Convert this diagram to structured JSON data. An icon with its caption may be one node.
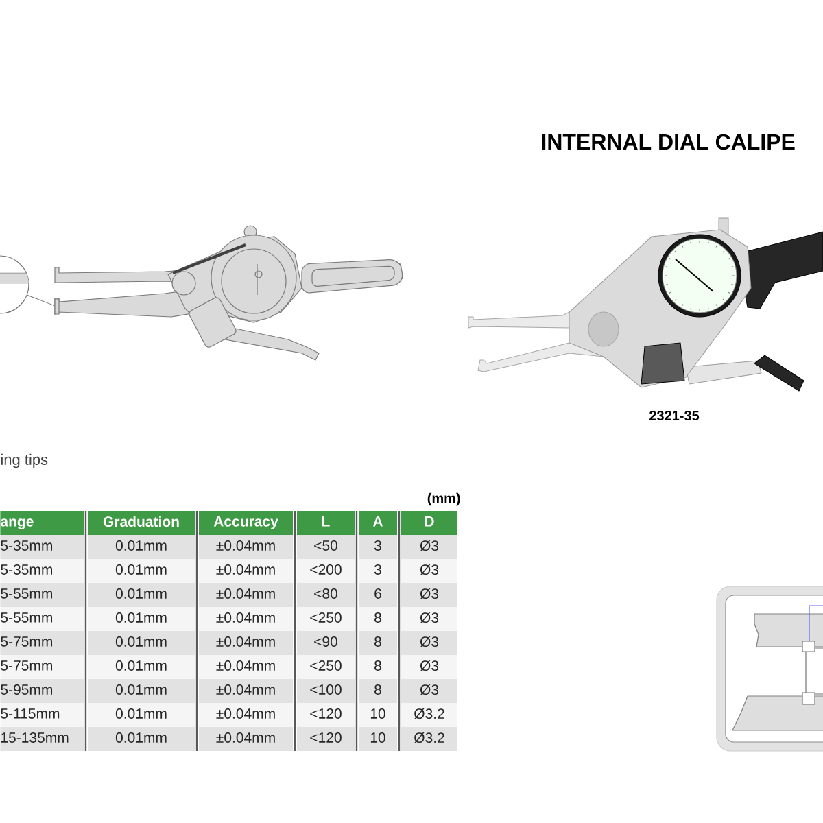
{
  "diagram": {
    "title": "INTERNAL DIAL CALIPE",
    "nodes": [
      {
        "text": [],
        "shape": "circle"
      },
      {
        "text": [],
        "shape": "box"
      }
    ],
    "edges": [
      {
        "from": 0,
        "to": 1,
        "arrow": "none"
      }
    ],
    "labels": [
      "2321-35",
      "ing tips",
      "(mm)",
      "ange",
      "Graduation",
      "Accuracy",
      "L",
      "A",
      "D",
      "5-35mm",
      "0.01mm",
      "±0.04mm",
      "<50",
      "3",
      "Ø3",
      "5-35mm",
      "0.01mm",
      "±0.04mm",
      "<200",
      "3",
      "Ø3",
      "5-55mm",
      "0.01mm",
      "±0.04mm",
      "<80",
      "6",
      "Ø3",
      "5-55mm",
      "0.01mm",
      "±0.04mm",
      "<250",
      "8",
      "Ø3",
      "5-75mm",
      "0.01mm",
      "±0.04mm",
      "<90",
      "8",
      "Ø3",
      "5-75mm",
      "0.01mm",
      "±0.04mm",
      "<250",
      "8",
      "Ø3",
      "5-95mm",
      "0.01mm",
      "±0.04mm",
      "<100",
      "8",
      "Ø3",
      "5-115mm",
      "0.01mm",
      "±0.04mm",
      "<120",
      "10",
      "Ø3.2",
      "15-135mm",
      "0.01mm",
      "±0.04mm",
      "<120",
      "10",
      "Ø3.2"
    ]
  }
}
